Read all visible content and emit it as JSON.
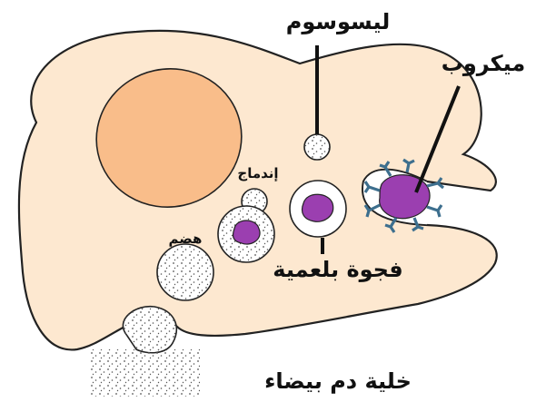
{
  "labels": {
    "lysosome": "ليسوسوم",
    "microbe": "ميكروب",
    "fusion": "إندماج",
    "digestion": "هضم",
    "phagocytic_vacuole": "فجوة بلعمية",
    "white_blood_cell": "خلية دم بيضاء"
  },
  "colors": {
    "cytoplasm": "#fde8d0",
    "nucleus": "#f9bd8a",
    "microbe": "#9b3fb0",
    "receptor": "#3d6f8e",
    "vesicle": "#ffffff",
    "outline": "#222222"
  }
}
